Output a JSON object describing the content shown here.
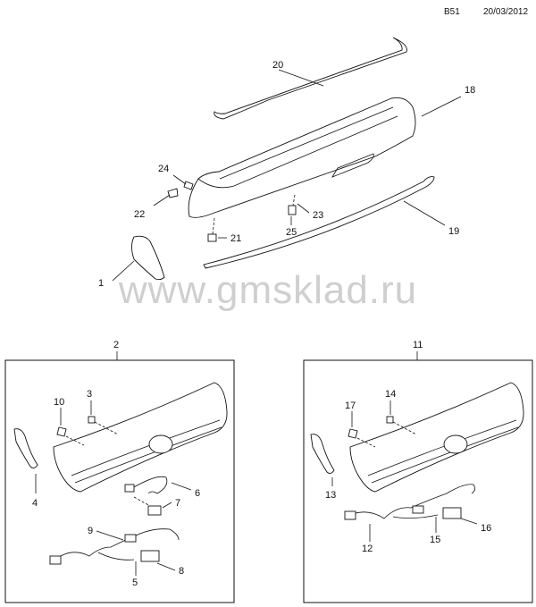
{
  "header": {
    "code": "B51",
    "date": "20/03/2012"
  },
  "watermark": "www.gmsklad.ru",
  "callouts": {
    "c1": "1",
    "c2": "2",
    "c3": "3",
    "c4": "4",
    "c5": "5",
    "c6": "6",
    "c7": "7",
    "c8": "8",
    "c9": "9",
    "c10": "10",
    "c11": "11",
    "c12": "12",
    "c13": "13",
    "c14": "14",
    "c15": "15",
    "c16": "16",
    "c17": "17",
    "c18": "18",
    "c19": "19",
    "c20": "20",
    "c21": "21",
    "c22": "22",
    "c23": "23",
    "c24": "24",
    "c25": "25"
  }
}
